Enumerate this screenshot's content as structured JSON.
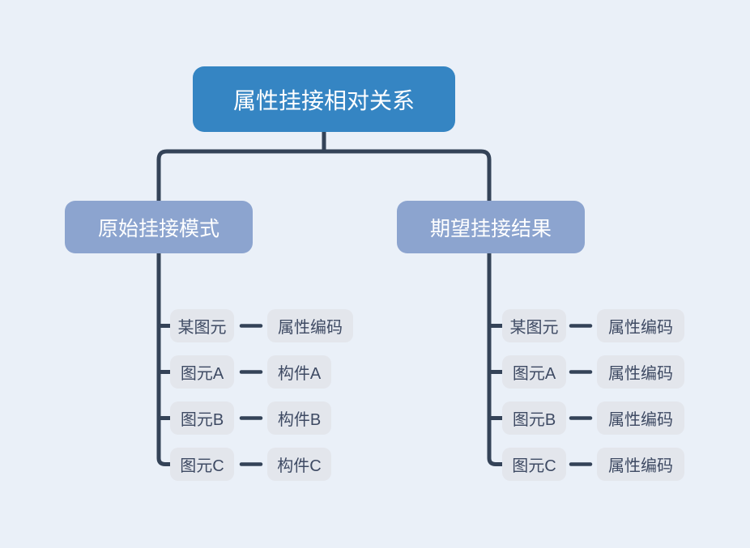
{
  "colors": {
    "bg": "#eaf0f8",
    "root_bg": "#3585c3",
    "branch_bg": "#8ca4cf",
    "child_bg": "#e3e6ec",
    "child_text": "#3e4a63",
    "node_text": "#ffffff",
    "connector": "#344358"
  },
  "root": {
    "label": "属性挂接相对关系"
  },
  "branches": [
    {
      "label": "原始挂接模式",
      "rows": [
        {
          "item": "某图元",
          "target": "属性编码"
        },
        {
          "item": "图元A",
          "target": "构件A"
        },
        {
          "item": "图元B",
          "target": "构件B"
        },
        {
          "item": "图元C",
          "target": "构件C"
        }
      ]
    },
    {
      "label": "期望挂接结果",
      "rows": [
        {
          "item": "某图元",
          "target": "属性编码"
        },
        {
          "item": "图元A",
          "target": "属性编码"
        },
        {
          "item": "图元B",
          "target": "属性编码"
        },
        {
          "item": "图元C",
          "target": "属性编码"
        }
      ]
    }
  ]
}
